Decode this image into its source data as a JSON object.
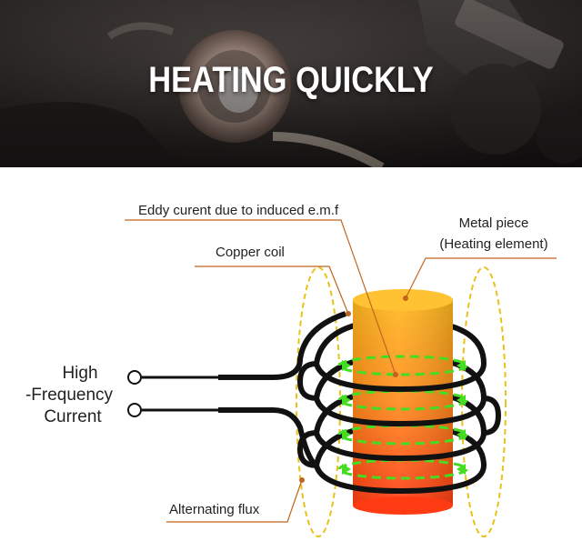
{
  "banner": {
    "title": "HEATING QUICKLY"
  },
  "diagram": {
    "labels": {
      "eddy_current": "Eddy curent due to induced e.m.f",
      "metal_piece_line1": "Metal piece",
      "metal_piece_line2": "(Heating element)",
      "copper_coil": "Copper coil",
      "hf_line1": "High",
      "hf_line2": "-Frequency",
      "hf_line3": "Current",
      "alternating_flux": "Alternating flux"
    },
    "colors": {
      "leader_line": "#c0651f",
      "coil": "#111111",
      "eddy": "#44dd22",
      "flux": "#e8c21a",
      "cylinder_top": "#ffb21f",
      "cylinder_bottom": "#ff3b14"
    }
  }
}
